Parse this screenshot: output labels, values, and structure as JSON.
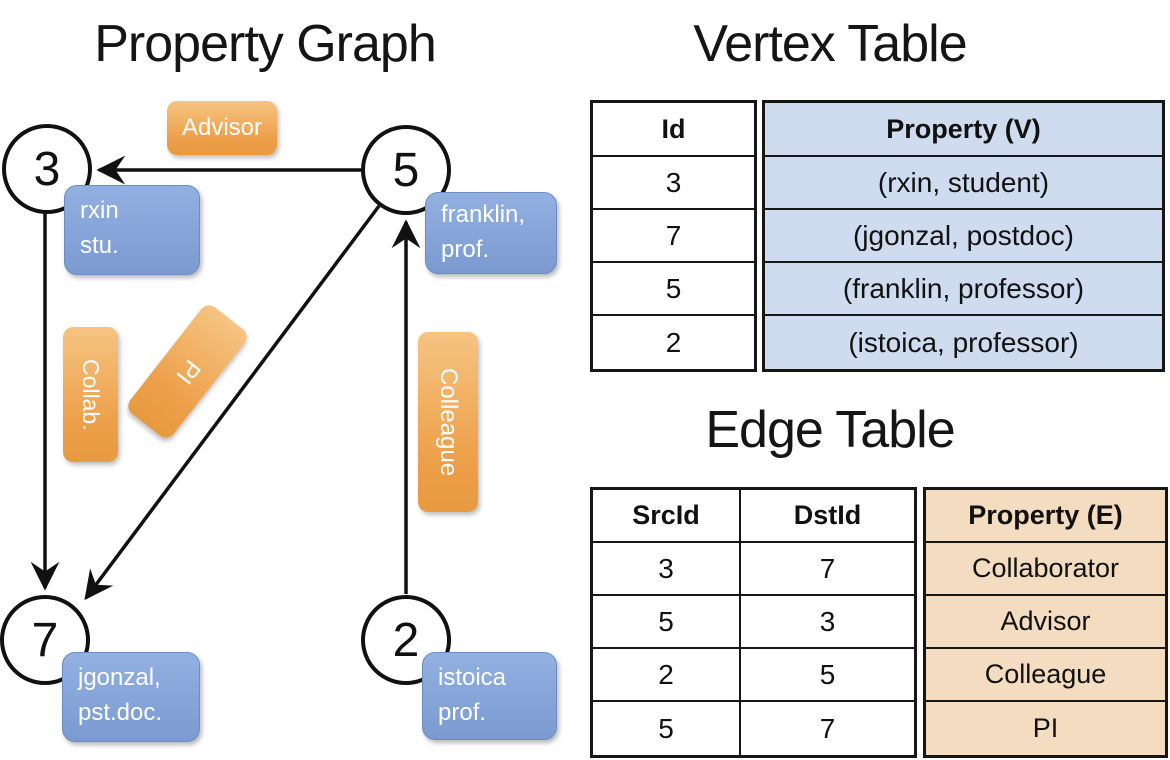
{
  "graph": {
    "title": "Property Graph",
    "nodes": {
      "n3": {
        "id": "3",
        "line1": "rxin",
        "line2": "stu."
      },
      "n5": {
        "id": "5",
        "line1": "franklin,",
        "line2": "prof."
      },
      "n7": {
        "id": "7",
        "line1": "jgonzal,",
        "line2": "pst.doc."
      },
      "n2": {
        "id": "2",
        "line1": "istoica",
        "line2": "prof."
      }
    },
    "edge_labels": {
      "advisor": "Advisor",
      "collab": "Collab.",
      "pi": "PI",
      "colleague": "Colleague"
    }
  },
  "vertex_table": {
    "title": "Vertex Table",
    "id_header": "Id",
    "property_header": "Property (V)",
    "rows": [
      {
        "id": "3",
        "property": "(rxin, student)"
      },
      {
        "id": "7",
        "property": "(jgonzal, postdoc)"
      },
      {
        "id": "5",
        "property": "(franklin, professor)"
      },
      {
        "id": "2",
        "property": "(istoica, professor)"
      }
    ]
  },
  "edge_table": {
    "title": "Edge Table",
    "src_header": "SrcId",
    "dst_header": "DstId",
    "property_header": "Property (E)",
    "rows": [
      {
        "src": "3",
        "dst": "7",
        "property": "Collaborator"
      },
      {
        "src": "5",
        "dst": "3",
        "property": "Advisor"
      },
      {
        "src": "2",
        "dst": "5",
        "property": "Colleague"
      },
      {
        "src": "5",
        "dst": "7",
        "property": "PI"
      }
    ]
  },
  "colors": {
    "edge_label_orange": "#EDA04A",
    "vertex_label_blue": "#7E9DD4",
    "vertex_property_bg": "#CFDCEF",
    "edge_property_bg": "#F3DCBF",
    "line_black": "#111111"
  }
}
